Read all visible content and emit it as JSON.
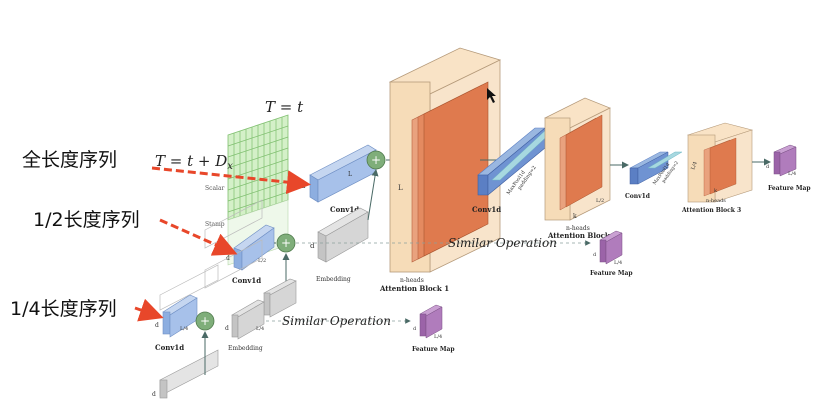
{
  "labels": {
    "full_length": "全长度序列",
    "half_length": "1/2长度序列",
    "quarter_length": "1/4长度序列"
  },
  "formulas": {
    "t_eq_t": "T = t",
    "t_eq_t_dx": "T = t + D",
    "t_eq_t_dx_sub": "x"
  },
  "stack_labels": {
    "scalar": "Scalar",
    "stamp": "Stamp"
  },
  "blocks": {
    "conv1d": "Conv1d",
    "embedding": "Embedding",
    "attention_1": "Attention Block 1",
    "attention_2": "Attention Block 2",
    "attention_3": "Attention Block 3",
    "n_heads": "n-heads",
    "feature_map": "Feature Map",
    "maxpool": "MaxPool1d",
    "padding": "padding=2"
  },
  "ops": {
    "similar_operation": "Similar Operation"
  },
  "dims": {
    "d": "d",
    "L": "L",
    "L2": "L/2",
    "L4": "L/4",
    "k": "k",
    "plus": "+"
  },
  "colors": {
    "conv_blue": "#9ab7e0",
    "conv_blue_dark": "#5b7fc4",
    "grid_green": "#b8e6a8",
    "embed_gray": "#d3d3d3",
    "attn_frame": "#f6d9b4",
    "attn_core": "#e07a4f",
    "feature_purple": "#a973b5",
    "plus_node": "#6fa26f",
    "arrow_red": "#e8472a",
    "cyan_pool": "#6fd0d6"
  }
}
